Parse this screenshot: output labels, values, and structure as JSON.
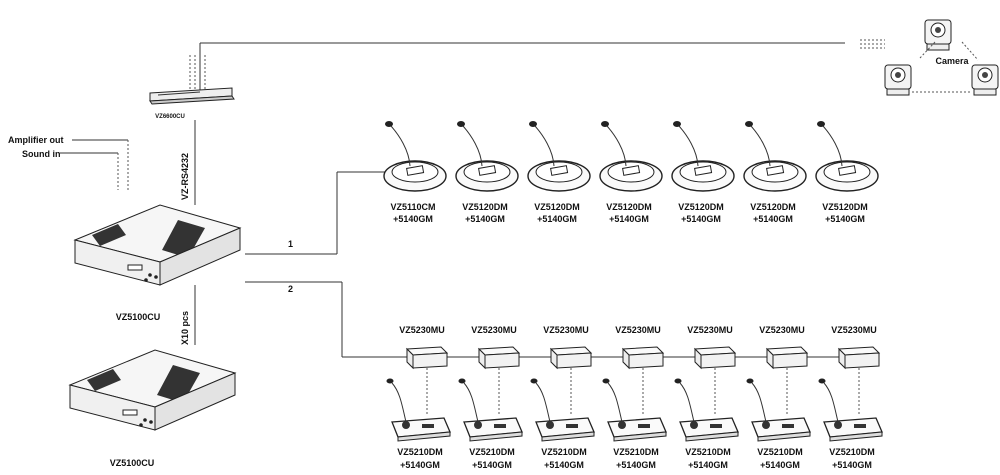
{
  "labels": {
    "amplifier_out": "Amplifier out",
    "sound_in": "Sound in",
    "vz6600cu": "VZ6600CU",
    "rs232": "VZ-RS4232",
    "x10": "X10 pcs",
    "main_unit": "VZ5100CU",
    "extra_unit": "VZ5100CU",
    "camera": "Camera",
    "line1": "1",
    "line2": "2"
  },
  "mic_row": [
    {
      "model": "VZ5110CM",
      "sub": "+5140GM"
    },
    {
      "model": "VZ5120DM",
      "sub": "+5140GM"
    },
    {
      "model": "VZ5120DM",
      "sub": "+5140GM"
    },
    {
      "model": "VZ5120DM",
      "sub": "+5140GM"
    },
    {
      "model": "VZ5120DM",
      "sub": "+5140GM"
    },
    {
      "model": "VZ5120DM",
      "sub": "+5140GM"
    },
    {
      "model": "VZ5120DM",
      "sub": "+5140GM"
    }
  ],
  "mu_row": [
    {
      "model": "VZ5230MU"
    },
    {
      "model": "VZ5230MU"
    },
    {
      "model": "VZ5230MU"
    },
    {
      "model": "VZ5230MU"
    },
    {
      "model": "VZ5230MU"
    },
    {
      "model": "VZ5230MU"
    },
    {
      "model": "VZ5230MU"
    }
  ],
  "desk_row": [
    {
      "model": "VZ5210DM",
      "sub": "+5140GM"
    },
    {
      "model": "VZ5210DM",
      "sub": "+5140GM"
    },
    {
      "model": "VZ5210DM",
      "sub": "+5140GM"
    },
    {
      "model": "VZ5210DM",
      "sub": "+5140GM"
    },
    {
      "model": "VZ5210DM",
      "sub": "+5140GM"
    },
    {
      "model": "VZ5210DM",
      "sub": "+5140GM"
    },
    {
      "model": "VZ5210DM",
      "sub": "+5140GM"
    }
  ]
}
